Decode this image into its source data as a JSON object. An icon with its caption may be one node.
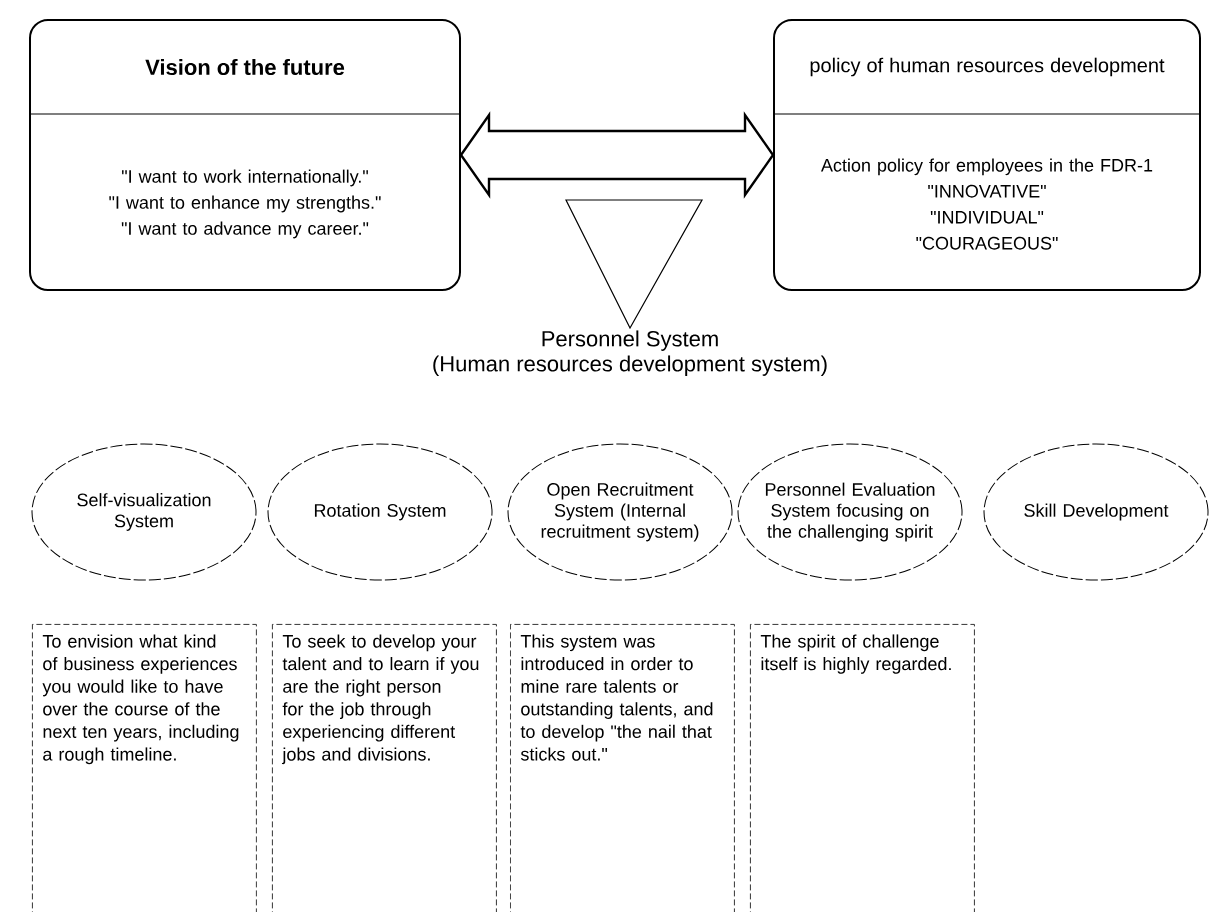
{
  "diagram": {
    "nodes": [
      {
        "text": [
          "Vision of the future",
          "\"I want to work internationally.\"",
          "\"I want to enhance my strengths.\"",
          "\"I want to advance my career.\""
        ]
      },
      {
        "text": [
          "policy of human resources development",
          "Action policy for employees in the FDR-1",
          "\"INNOVATIVE\"",
          "\"INDIVIDUAL\"",
          "\"COURAGEOUS\""
        ]
      },
      {
        "text": [
          "Personnel System",
          "(Human resources development system)"
        ]
      },
      {
        "text": [
          "Self-visualization System"
        ]
      },
      {
        "text": [
          "Rotation System"
        ]
      },
      {
        "text": [
          "Open Recruitment System (Internal recruitment system)"
        ]
      },
      {
        "text": [
          "Personnel Evaluation System focusing on the challenging spirit"
        ]
      },
      {
        "text": [
          "Skill Development"
        ]
      },
      {
        "text": [
          "To envision what kind of business experiences you would like to have over the course of the next ten years, including a rough timeline."
        ]
      },
      {
        "text": [
          "To seek to develop your talent and to learn if you are the right person for the job through experiencing different jobs and divisions."
        ]
      },
      {
        "text": [
          "This system was introduced in order to mine rare talents or outstanding talents, and to develop \"the nail that sticks out.\""
        ]
      },
      {
        "text": [
          "The spirit of challenge itself is highly regarded."
        ]
      }
    ],
    "edges": [
      {
        "from": 0,
        "to": 1,
        "arrow": "both",
        "style": "thick"
      },
      {
        "from": null,
        "to": 2,
        "arrow": "to"
      }
    ]
  }
}
